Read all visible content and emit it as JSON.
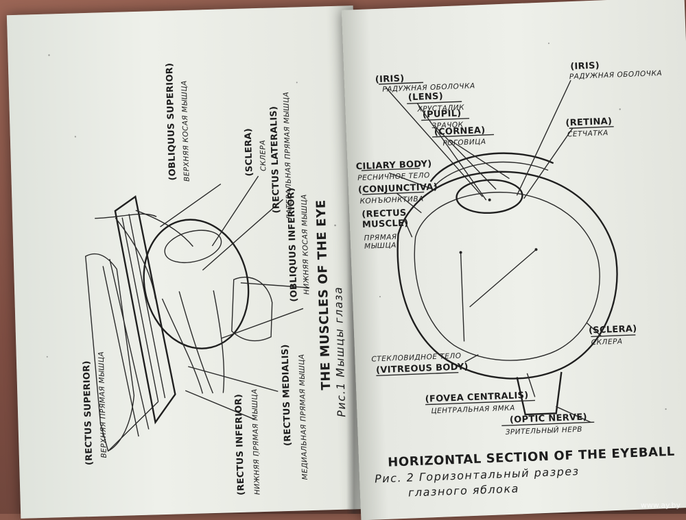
{
  "left_page": {
    "labels": {
      "obliquus_superior_en": "(OBLIQUUS SUPERIOR)",
      "obliquus_superior_ru": "ВЕРХНЯЯ КОСАЯ МЫШЦА",
      "sclera_en": "(SCLERA)",
      "sclera_ru": "СКЛЕРА",
      "rectus_lateralis_en": "(RECTUS LATERALIS)",
      "rectus_lateralis_ru": "ЛАТЕРАЛЬНАЯ ПРЯМАЯ МЫШЦА",
      "obliquus_inferior_en": "(OBLIQUUS INFERIOR)",
      "obliquus_inferior_ru": "НИЖНЯЯ КОСАЯ МЫШЦА",
      "rectus_medialis_en": "(RECTUS MEDIALIS)",
      "rectus_medialis_ru": "МЕДИАЛЬНАЯ ПРЯМАЯ МЫШЦА",
      "rectus_inferior_en": "(RECTUS INFERIOR)",
      "rectus_inferior_ru": "НИЖНЯЯ ПРЯМАЯ МЫШЦА",
      "rectus_superior_en": "(RECTUS SUPERIOR)",
      "rectus_superior_ru": "ВЕРХНЯЯ ПРЯМАЯ МЫШЦА"
    },
    "caption_en": "THE MUSCLES OF THE EYE",
    "caption_ru": "Рис.1 Мышцы глаза"
  },
  "right_page": {
    "labels": {
      "iris_top_en": "(IRIS)",
      "iris_top_ru": "РАДУЖНАЯ ОБОЛОЧКА",
      "lens_en": "(LENS)",
      "lens_ru": "ХРУСТАЛИК",
      "pupil_en": "(PUPIL)",
      "pupil_ru": "ЗРАЧОК",
      "cornea_en": "(CORNEA)",
      "cornea_ru": "РОГОВИЦА",
      "iris_right_en": "(IRIS)",
      "iris_right_ru": "РАДУЖНАЯ ОБОЛОЧКА",
      "retina_en": "(RETINA)",
      "retina_ru": "СЕТЧАТКА",
      "ciliary_en": "CILIARY BODY)",
      "ciliary_ru": "РЕСНИЧНОЕ ТЕЛО",
      "conjunctiva_en": "(CONJUNCTIVA)",
      "conjunctiva_ru": "КОНЪЮНКТИВА",
      "rectus_muscle_en": "(RECTUS MUSCLE)",
      "rectus_muscle_ru": "ПРЯМАЯ МЫШЦА",
      "sclera_en": "(SCLERA)",
      "sclera_ru": "СКЛЕРА",
      "vitreous_ru": "СТЕКЛОВИДНОЕ ТЕЛО",
      "vitreous_en": "(VITREOUS BODY)",
      "fovea_en": "(FOVEA CENTRALIS)",
      "fovea_ru": "ЦЕНТРАЛЬНАЯ ЯМКА",
      "optic_en": "(OPTIC NERVE)",
      "optic_ru": "ЗРИТЕЛЬНЫЙ НЕРВ"
    },
    "caption_en": "HORIZONTAL SECTION OF THE EYEBALL",
    "caption_ru_1": "Рис. 2 Горизонтальный разрез",
    "caption_ru_2": "глазного яблока"
  },
  "watermark": "www.ay.by"
}
